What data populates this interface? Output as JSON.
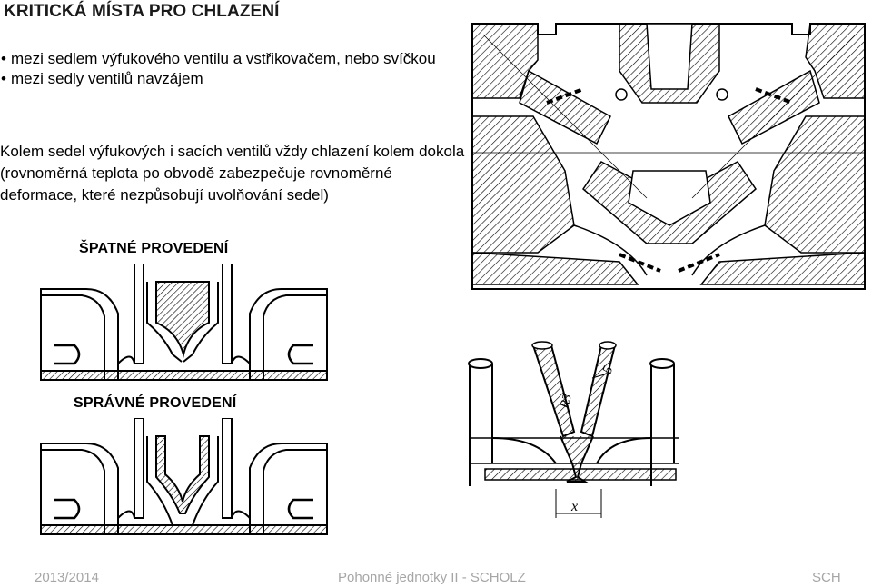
{
  "slide": {
    "title": "KRITICKÁ MÍSTA PRO CHLAZENÍ",
    "bullets": [
      "mezi sedlem výfukového ventilu  a vstřikovačem, nebo svíčkou",
      "mezi sedly ventilů navzájem"
    ],
    "paragraph": "Kolem sedel výfukových i sacích ventilů vždy  chlazení kolem dokola (rovnoměrná teplota po obvodě  zabezpečuje rovnoměrné deformace, které nezpůsobují uvolňování sedel)",
    "label_bad": "ŠPATNÉ PROVEDENÍ",
    "label_good": "SPRÁVNÉ PROVEDENÍ"
  },
  "drawing": {
    "dimension_r3": "R3",
    "dimension_5": "5",
    "dimension_x": "x"
  },
  "footer": {
    "left": "2013/2014",
    "center": "Pohonné jednotky II -  SCHOLZ",
    "right": "SCH"
  }
}
